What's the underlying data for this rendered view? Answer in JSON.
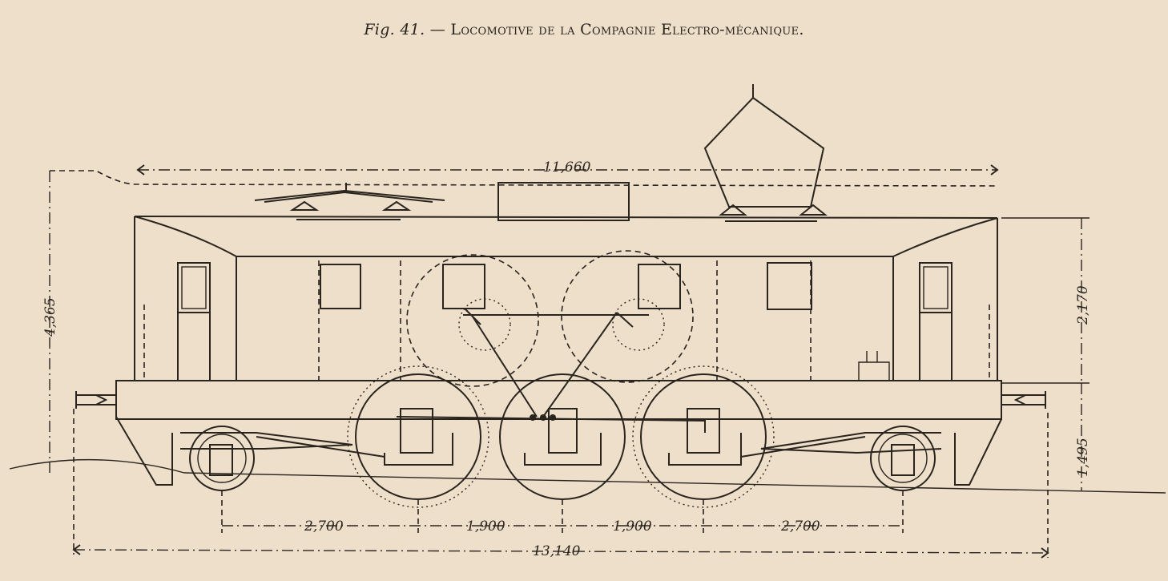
{
  "caption": {
    "prefix": "Fig. 41.",
    "title": "— Locomotive de la Compagnie Electro-mécanique."
  },
  "dimensions": {
    "overall_height": "4,365",
    "body_length": "11,660",
    "body_height": "2,170",
    "frame_height": "1,495",
    "wheelbase_1": "2,700",
    "wheelbase_2": "1,900",
    "wheelbase_3": "1,900",
    "wheelbase_4": "2,700",
    "overall_length": "13,140"
  },
  "colors": {
    "paper": "#eedfca",
    "ink": "#2a241e"
  }
}
